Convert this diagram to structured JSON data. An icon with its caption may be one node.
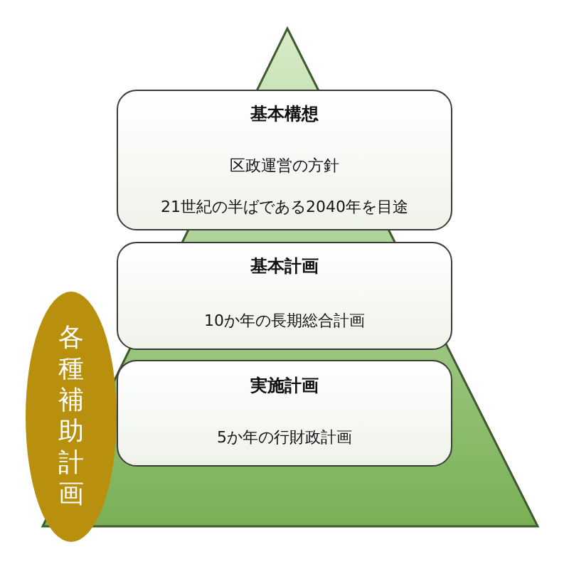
{
  "diagram": {
    "nodes": [
      {
        "text": [
          "基本構想",
          "区政運営の方針",
          "21世紀の半ばである2040年を目途"
        ]
      },
      {
        "text": [
          "基本計画",
          "10か年の長期総合計画"
        ]
      },
      {
        "text": [
          "実施計画",
          "5か年の行財政計画"
        ]
      },
      {
        "text": [
          "各種補助計画"
        ]
      }
    ]
  }
}
